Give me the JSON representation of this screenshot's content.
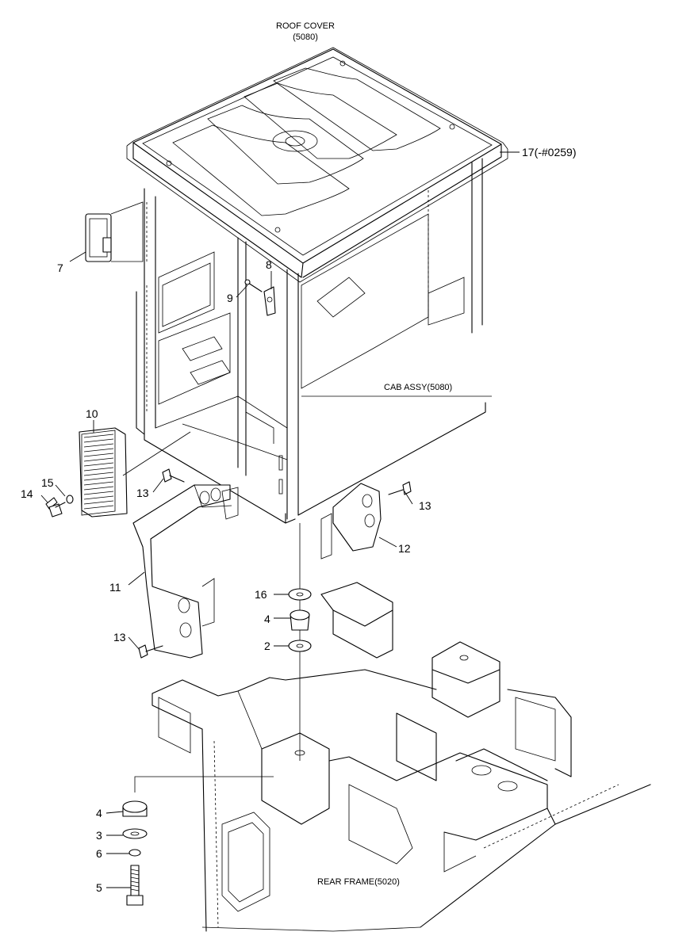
{
  "captions": {
    "roof_cover_line1": "ROOF COVER",
    "roof_cover_line2": "(5080)",
    "cab_assy": "CAB ASSY(5080)",
    "rear_frame": "REAR FRAME(5020)"
  },
  "callouts": {
    "c17": "17(-#0259)",
    "c7": "7",
    "c8": "8",
    "c9": "9",
    "c10": "10",
    "c15": "15",
    "c14": "14",
    "c13a": "13",
    "c13b": "13",
    "c13c": "13",
    "c12": "12",
    "c11": "11",
    "c16": "16",
    "c4a": "4",
    "c2": "2",
    "c4b": "4",
    "c3": "3",
    "c6": "6",
    "c5": "5"
  }
}
